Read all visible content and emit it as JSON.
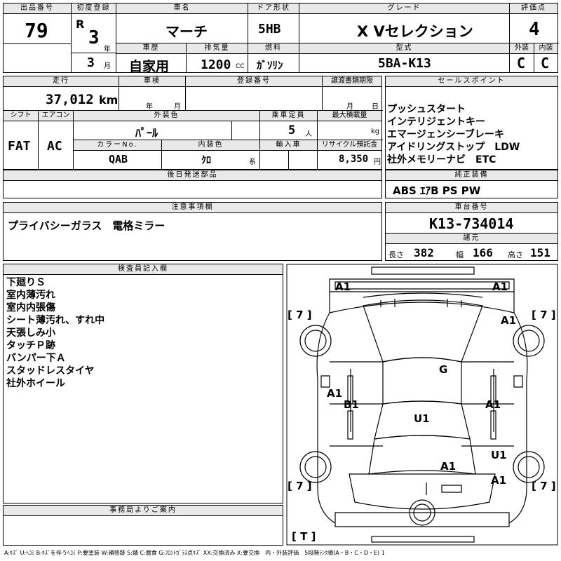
{
  "header": {
    "lot_label": "出品番号",
    "lot": "79",
    "reg_label": "初度登録",
    "era": "R",
    "year": "3",
    "year_unit": "年",
    "month": "3",
    "month_unit": "月",
    "name_label": "車名",
    "name": "マーチ",
    "door_label": "ドア形状",
    "door": "5HB",
    "grade_label": "グレード",
    "grade": "X Vセレクション",
    "score_label": "評価点",
    "score": "4",
    "history_label": "車歴",
    "history": "自家用",
    "disp_label": "排気量",
    "disp": "1200",
    "disp_unit": "CC",
    "fuel_label": "燃料",
    "fuel": "ｶﾞｿﾘﾝ",
    "model_label": "型式",
    "model": "5BA-K13",
    "ext_label": "外装",
    "ext": "C",
    "int_label": "内装",
    "int": "C"
  },
  "spec": {
    "mileage_label": "走行",
    "mileage": "37,012",
    "mileage_unit": "km",
    "inspection_label": "車検",
    "inspection_year": "年",
    "inspection_month": "月",
    "plate_label": "登録番号",
    "transfer_label": "譲渡書類期限",
    "transfer_month": "月",
    "transfer_day": "日",
    "shift_label": "シフト",
    "shift": "FAT",
    "ac_label": "エアコン",
    "ac": "AC",
    "color_label": "外装色",
    "color": "ﾊﾟｰﾙ",
    "seats_label": "乗車定員",
    "seats": "5",
    "seats_unit": "人",
    "load_label": "最大積載量",
    "load_unit": "kg",
    "color_no_label": "カラーNo.",
    "color_no": "QAB",
    "int_color_label": "内装色",
    "int_color": "ｸﾛ",
    "int_color_unit": "系",
    "import_label": "輸入車",
    "recycle_label": "リサイクル預託金",
    "recycle": "8,350",
    "recycle_unit": "円"
  },
  "later_parts_label": "後日発送部品",
  "sales_points": {
    "label": "セールスポイント",
    "items": [
      "プッシュスタート",
      "インテリジェントキー",
      "エマージェンシーブレーキ",
      "アイドリングストップ　LDW",
      "社外メモリーナビ　ETC"
    ]
  },
  "equipment": {
    "label": "純正装備",
    "value": "ABS ｴｱB PS PW"
  },
  "notes": {
    "label": "注意事項欄",
    "value": "プライバシーガラス　電格ミラー"
  },
  "chassis": {
    "label": "車台番号",
    "value": "K13-734014",
    "dims_label": "諸元",
    "length_label": "長さ",
    "length": "382",
    "width_label": "幅",
    "width": "166",
    "height_label": "高さ",
    "height": "151"
  },
  "inspector": {
    "label": "検査員記入欄",
    "items": [
      "下廻りＳ",
      "室内薄汚れ",
      "室内内張傷",
      "シート薄汚れ、すれ中",
      "天張しみ小",
      "タッチＰ跡",
      "バンパー下Ａ",
      "スタッドレスタイヤ",
      "社外ホイール"
    ]
  },
  "office": {
    "label": "事務局よりご案内"
  },
  "diagram": {
    "labels": [
      "A1",
      "A1",
      "A1",
      "G",
      "A1",
      "B1",
      "A1",
      "U1",
      "U1",
      "A1",
      "A1"
    ],
    "tires": [
      "[ 7 ]",
      "[ 7 ]",
      "[ 7 ]",
      "[ 7 ]",
      "[ T ]"
    ]
  },
  "legend": "A:ｷｽﾞ U:ﾍｺﾐ B:ｷｽﾞを伴うﾍｺﾐ P:要塗装 W:補修跡 S:錆 C:腐食 G:ﾌﾛﾝﾄｶﾞﾗｽ点ｷｽﾞ XX:交換済み X:要交換　内・外装評価　5段階ﾗﾝｸ順(A・B・C・D・E) 1"
}
